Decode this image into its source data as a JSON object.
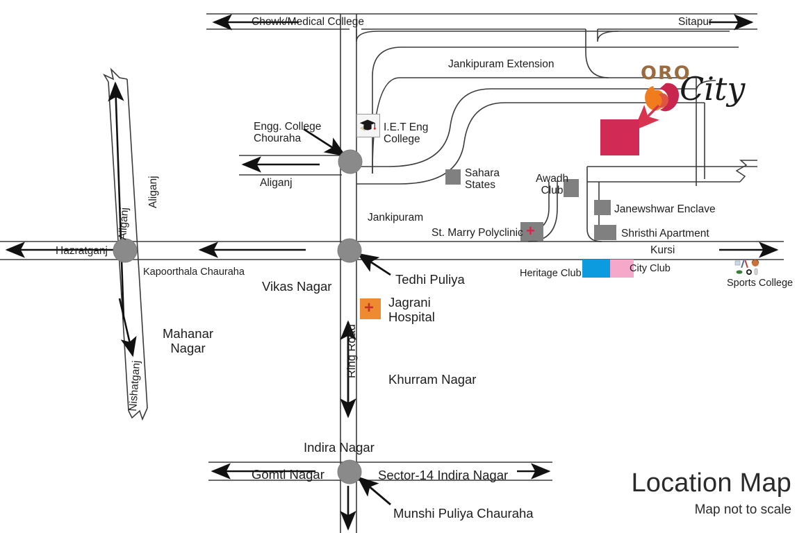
{
  "title": {
    "main": "Location Map",
    "subtitle": "Map not to scale"
  },
  "brand": {
    "name_top": "ORO",
    "name_bottom": "City",
    "colors": {
      "oro_text": "#9a6b3f",
      "swoosh_orange": "#F07C1E",
      "swoosh_crimson": "#C8264F",
      "plot": "#D02A55",
      "arrow": "#D8334F"
    }
  },
  "roads": [
    {
      "name": "chowk-medical-college",
      "label": "Chowk/Medical College",
      "direction": "west"
    },
    {
      "name": "sitapur",
      "label": "Sitapur",
      "direction": "east"
    },
    {
      "name": "aliganj-branch",
      "label": "Aliganj",
      "direction": "west"
    },
    {
      "name": "hazratganj",
      "label": "Hazratganj",
      "direction": "west"
    },
    {
      "name": "kursi",
      "label": "Kursi",
      "direction": "east"
    },
    {
      "name": "gomti-nagar",
      "label": "Gomti Nagar",
      "direction": "west"
    },
    {
      "name": "sector-14-indira-nagar",
      "label": "Sector-14 Indira Nagar",
      "direction": "east"
    },
    {
      "name": "ring-road",
      "label": "Ring Road",
      "orientation": "vertical"
    },
    {
      "name": "aliganj-diagonal-upper",
      "label": "Aliganj",
      "orientation": "diagonal"
    },
    {
      "name": "nishatganj-diagonal-lower",
      "label": "Nishatganj",
      "orientation": "diagonal"
    }
  ],
  "areas": [
    {
      "name": "jankipuram-extension",
      "label": "Jankipuram Extension"
    },
    {
      "name": "aliganj-area",
      "label": "Aliganj"
    },
    {
      "name": "jankipuram",
      "label": "Jankipuram"
    },
    {
      "name": "vikas-nagar",
      "label": "Vikas Nagar"
    },
    {
      "name": "mahanar-nagar",
      "label": "Mahanar\nNagar"
    },
    {
      "name": "khurram-nagar",
      "label": "Khurram Nagar"
    },
    {
      "name": "indira-nagar",
      "label": "Indira Nagar"
    }
  ],
  "junctions": [
    {
      "name": "engg-college-chouraha",
      "label": "Engg. College\nChouraha"
    },
    {
      "name": "kapoorthala-chauraha",
      "label": "Kapoorthala Chauraha"
    },
    {
      "name": "tedhi-puliya",
      "label": "Tedhi Puliya"
    },
    {
      "name": "munshi-puliya-chauraha",
      "label": "Munshi Puliya Chauraha"
    }
  ],
  "landmarks": [
    {
      "name": "iet-eng-college",
      "label": "I.E.T Eng\nCollege",
      "icon": "graduation-cap-icon"
    },
    {
      "name": "sahara-states",
      "label": "Sahara\nStates",
      "swatch": "#808080"
    },
    {
      "name": "awadh-club",
      "label": "Awadh\nClub",
      "swatch": "#808080"
    },
    {
      "name": "st-marry-polyclinic",
      "label": "St. Marry Polyclinic",
      "swatch": "#808080",
      "icon": "red-cross-icon"
    },
    {
      "name": "janewshwar-enclave",
      "label": "Janewshwar Enclave",
      "swatch": "#808080"
    },
    {
      "name": "shristhi-apartment",
      "label": "Shristhi Apartment",
      "swatch": "#808080"
    },
    {
      "name": "heritage-club",
      "label": "Heritage Club",
      "swatch": "#0D9BE0"
    },
    {
      "name": "city-club",
      "label": "City Club",
      "swatch": "#F6A8CB"
    },
    {
      "name": "sports-college",
      "label": "Sports College",
      "icon": "sports-equipment-icon"
    },
    {
      "name": "jagrani-hospital",
      "label": "Jagrani\nHospital",
      "swatch": "#EE8B30",
      "icon": "red-cross-icon"
    }
  ],
  "text": {
    "chowk_medical_college": "Chowk/Medical College",
    "sitapur": "Sitapur",
    "jankipuram_extension": "Jankipuram Extension",
    "engg_college_chouraha": "Engg. College\nChouraha",
    "iet_eng_college": "I.E.T Eng\nCollege",
    "aliganj_branch": "Aliganj",
    "aliganj_area": "Aliganj",
    "aliganj_road": "Aliganj",
    "nishatganj_road": "Nishatganj",
    "jankipuram": "Jankipuram",
    "sahara_states": "Sahara\nStates",
    "awadh_club": "Awadh\nClub",
    "st_marry_polyclinic": "St. Marry Polyclinic",
    "janewshwar_enclave": "Janewshwar Enclave",
    "shristhi_apartment": "Shristhi Apartment",
    "hazratganj": "Hazratganj",
    "kursi": "Kursi",
    "kapoorthala_chauraha": "Kapoorthala Chauraha",
    "vikas_nagar": "Vikas Nagar",
    "tedhi_puliya": "Tedhi Puliya",
    "heritage_club": "Heritage Club",
    "city_club": "City Club",
    "sports_college": "Sports College",
    "jagrani_hospital": "Jagrani\nHospital",
    "ring_road": "Ring Road",
    "mahanar_nagar": "Mahanar\nNagar",
    "khurram_nagar": "Khurram Nagar",
    "indira_nagar": "Indira Nagar",
    "gomti_nagar": "Gomti Nagar",
    "sector_14_indira_nagar": "Sector-14 Indira Nagar",
    "munshi_puliya_chauraha": "Munshi Puliya Chauraha",
    "oro": "ORO",
    "city": "City",
    "location_map": "Location Map",
    "map_not_to_scale": "Map not to scale"
  }
}
